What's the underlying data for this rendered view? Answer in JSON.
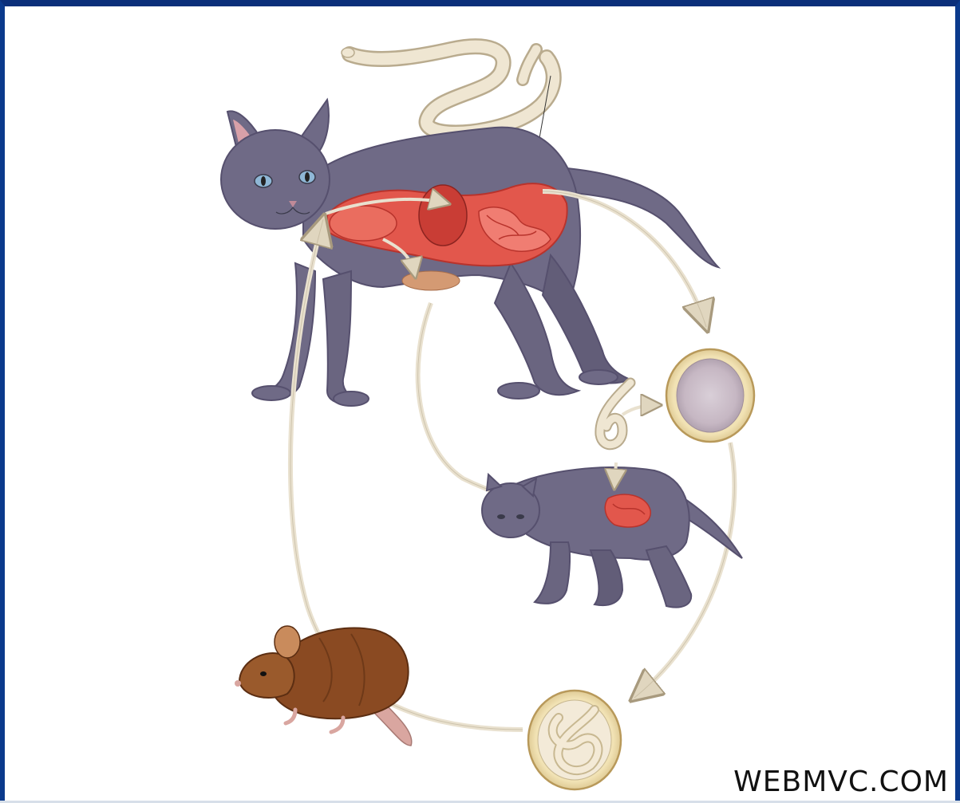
{
  "watermark": {
    "text": "WEBMVC.COM"
  },
  "colors": {
    "frame": "#0b3a8c",
    "cat_fur": "#6f6a86",
    "cat_fur_dark": "#56506e",
    "organs": "#e2574c",
    "organs_dark": "#b8332c",
    "worm": "#efe6d2",
    "worm_outline": "#b9ab8e",
    "arrow": "#e9e1cf",
    "egg_shell": "#e8d7a6",
    "egg_inner": "#cdbfc9",
    "mouse_fur": "#8a4a22",
    "mouse_light": "#c98b5c"
  },
  "stages": [
    "adult-cat-with-worms",
    "egg-unembryonated",
    "egg-embryonated",
    "kitten-host",
    "mouse-paratenic-host"
  ]
}
